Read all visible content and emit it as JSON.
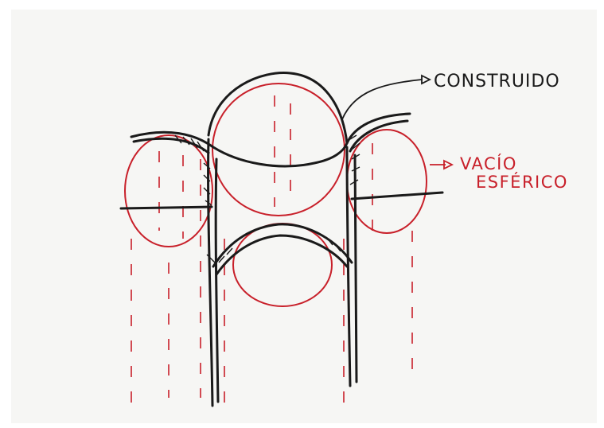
{
  "labels": {
    "built": "CONSTRUIDO",
    "void_line1": "VACÍO",
    "void_line2": "ESFÉRICO"
  },
  "colors": {
    "ink": "#1a1a1a",
    "red": "#c8202a",
    "paper": "#f6f6f4"
  }
}
